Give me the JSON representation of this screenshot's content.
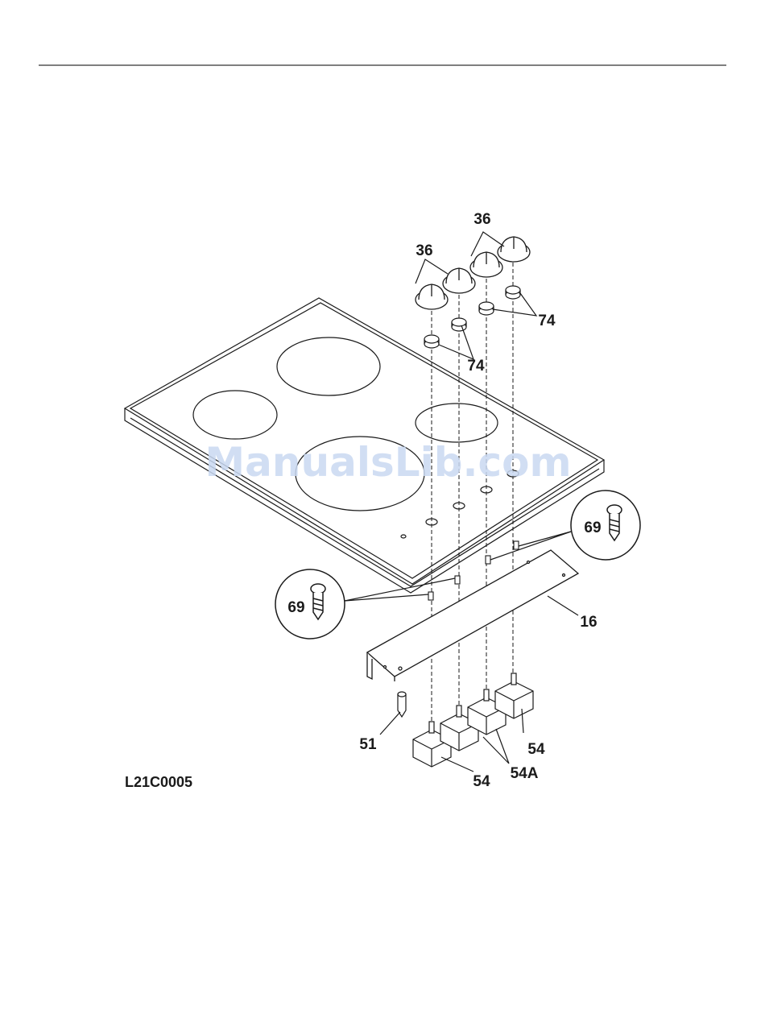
{
  "diagram_code": "L21C0005",
  "watermark": "ManualsLib.com",
  "part_labels": {
    "knob_a": "36",
    "knob_b": "36",
    "bezel_a": "74",
    "bezel_b": "74",
    "screw_right": "69",
    "screw_left": "69",
    "bracket": "16",
    "indicator": "51",
    "switch_right": "54",
    "switch_left": "54",
    "switch_mid": "54A"
  },
  "colors": {
    "line": "#1a1a1a",
    "watermark": "#c9d9f2"
  }
}
